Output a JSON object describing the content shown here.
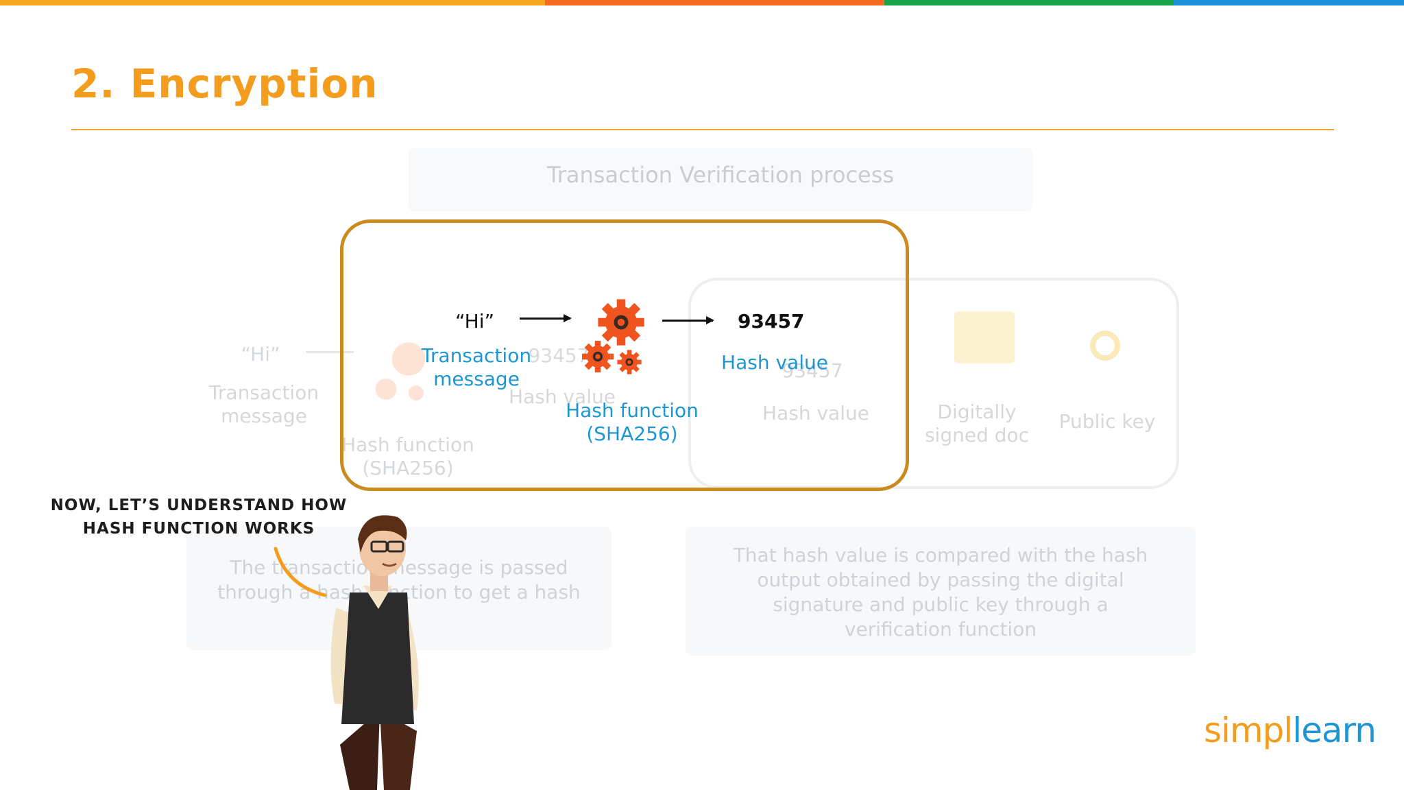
{
  "slide": {
    "title": "2. Encryption",
    "colors": {
      "orange": "#f39c1e",
      "blue": "#1e96d2",
      "highlight_border": "#c98a1e"
    },
    "top_bar_colors": [
      "#f5a623",
      "#f26b21",
      "#1aa34a",
      "#1b8fd6"
    ]
  },
  "background_diagram": {
    "process_title": "Transaction Verification process",
    "message": "“Hi”",
    "message_label": "Transaction\nmessage",
    "hash_function_label": "Hash function\n(SHA256)",
    "hash_value_number": "93457",
    "hash_value_label": "Hash value",
    "hash_value_number_2": "93457",
    "hash_value_label_2": "Hash value",
    "signed_doc_label": "Digitally\nsigned doc",
    "public_key_label": "Public key",
    "caption_left": "The transaction message is passed\nthrough a hash function to get a hash",
    "caption_right": "That hash value is compared with the hash\noutput obtained by passing the digital\nsignature and public key through a\nverification function"
  },
  "focus_diagram": {
    "message": "“Hi”",
    "message_label": "Transaction\nmessage",
    "hash_function_label": "Hash function\n(SHA256)",
    "hash_value_number": "93457",
    "hash_value_label": "Hash value",
    "gear_icon": "gear-icon"
  },
  "narrator": {
    "speech": "NOW, LET’S UNDERSTAND HOW\nHASH FUNCTION WORKS"
  },
  "logo": {
    "part1": "simpl",
    "part2": "learn"
  }
}
